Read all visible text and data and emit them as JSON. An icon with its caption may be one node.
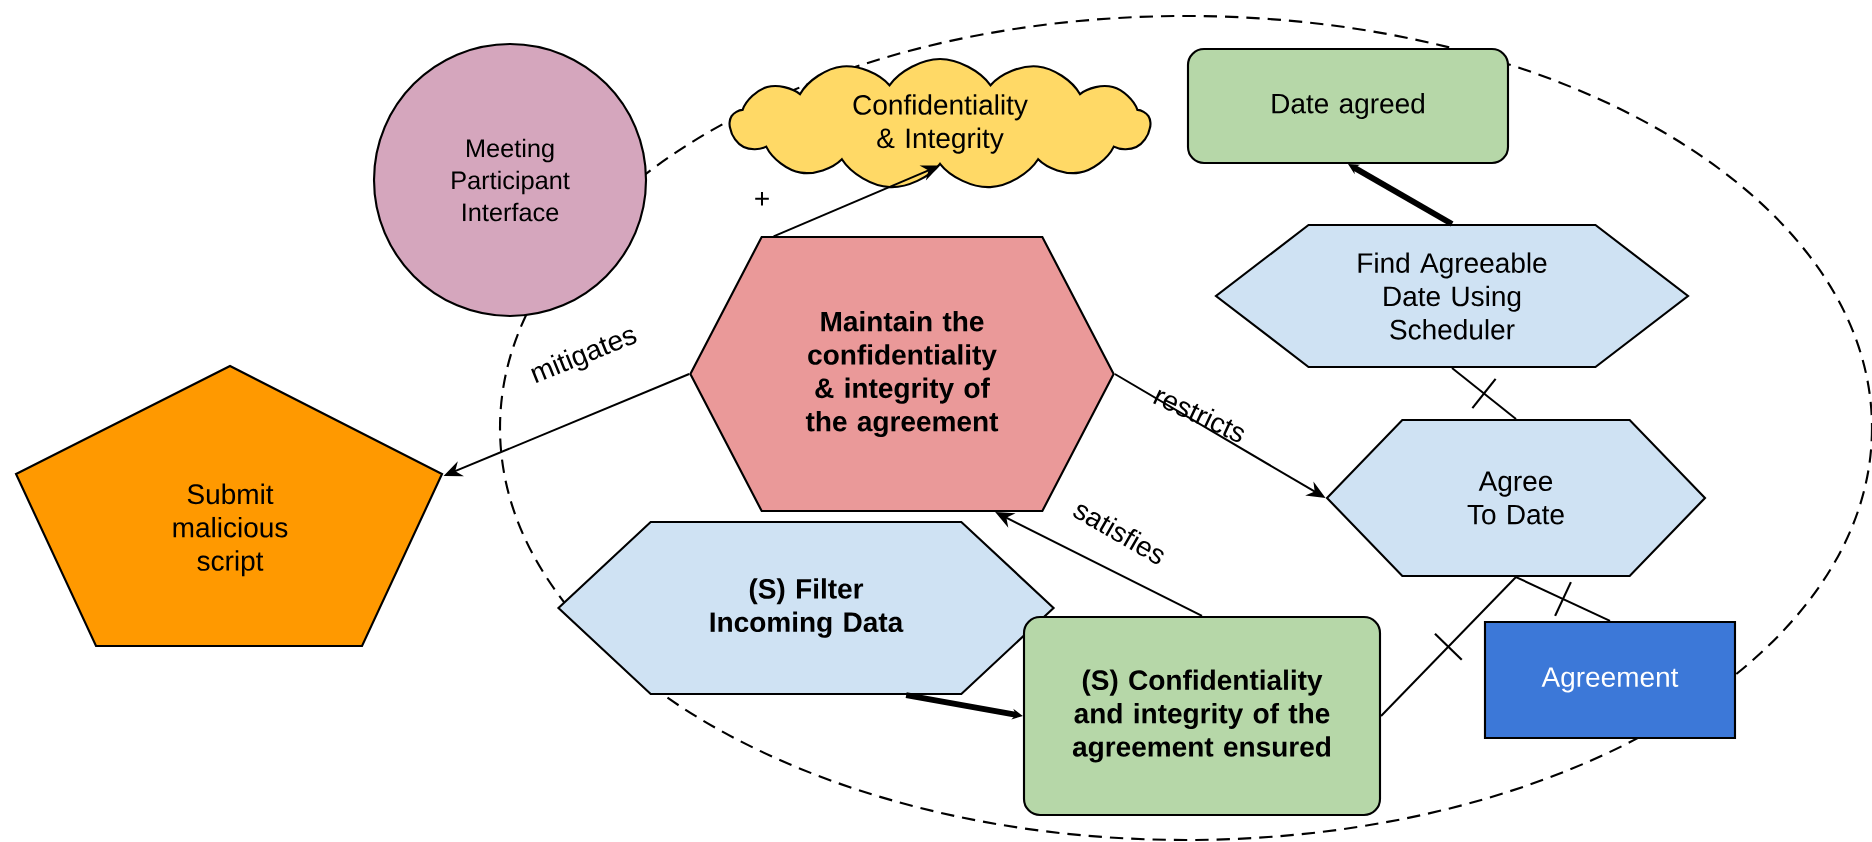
{
  "diagram": {
    "nodes": [
      {
        "text": [
          "Meeting Participant Interface"
        ]
      },
      {
        "text": [
          "Confidentiality & Integrity"
        ]
      },
      {
        "text": [
          "Date agreed"
        ]
      },
      {
        "text": [
          "Maintain the confidentiality & integrity of the agreement"
        ]
      },
      {
        "text": [
          "Submit malicious script"
        ]
      },
      {
        "text": [
          "Find Agreeable Date Using Scheduler"
        ]
      },
      {
        "text": [
          "Agree To Date"
        ]
      },
      {
        "text": [
          "(S) Filter Incoming Data"
        ]
      },
      {
        "text": [
          "(S) Confidentiality and integrity of the agreement ensured"
        ]
      },
      {
        "text": [
          "Agreement"
        ]
      }
    ],
    "edges": [
      {
        "from": 3,
        "to": 1,
        "arrow": "to",
        "label": "+"
      },
      {
        "from": 3,
        "to": 4,
        "arrow": "to",
        "label": "mitigates"
      },
      {
        "from": 3,
        "to": 6,
        "arrow": "to",
        "label": "restricts"
      },
      {
        "from": 8,
        "to": 3,
        "arrow": "to",
        "label": "satisfies"
      },
      {
        "from": 7,
        "to": 8,
        "arrow": "to",
        "style": "thick"
      },
      {
        "from": 5,
        "to": 2,
        "arrow": "to",
        "style": "thick"
      },
      {
        "from": 6,
        "to": 5,
        "arrow": "none"
      },
      {
        "from": 8,
        "to": 6,
        "arrow": "none"
      },
      {
        "from": 9,
        "to": 6,
        "arrow": "none"
      }
    ]
  }
}
